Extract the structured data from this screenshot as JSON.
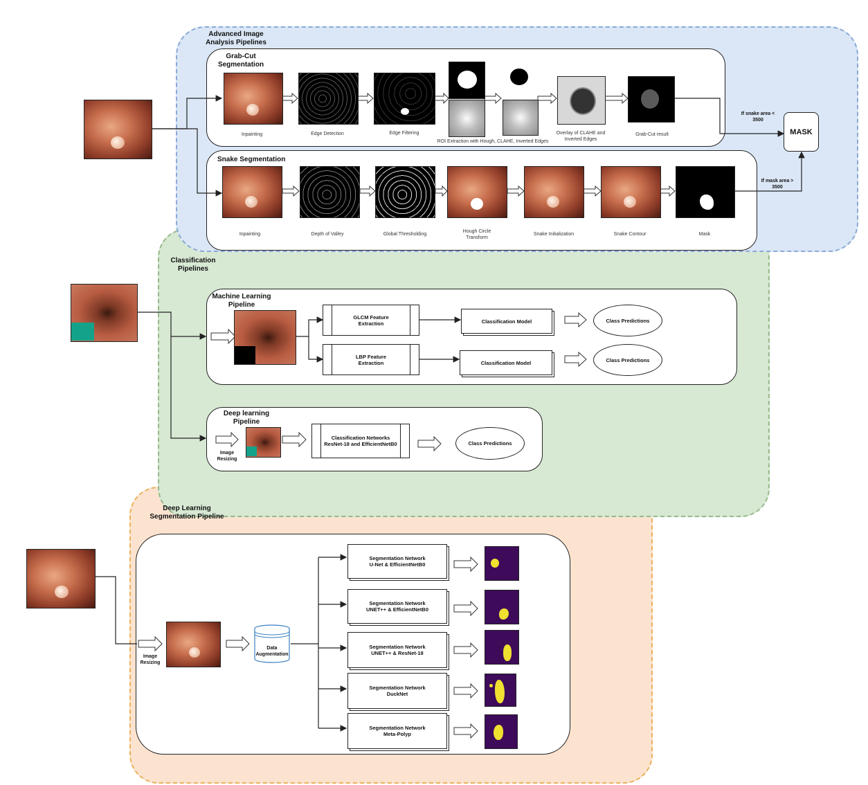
{
  "regions": {
    "advanced": "Advanced Image\nAnalysis Pipelines",
    "classification": "Classification\nPipelines",
    "deep_seg": "Deep Learning\nSegmentation Pipeline"
  },
  "grabcut": {
    "title": "Grab-Cut\nSegmentation",
    "captions": [
      "Inpainting",
      "Edge Detection",
      "Edge Filtering",
      "ROI  Extraction with Hough, CLAHE, Inverted Edges",
      "Overlay of CLAHE and\nInverted Edges",
      "Grab-Cut result"
    ]
  },
  "snake": {
    "title": "Snake Segmentation",
    "captions": [
      "Inpainting",
      "Depth of Valley",
      "Global Thresholding",
      "Hough Circle\nTransform",
      "Snake Initialization",
      "Snake Contour",
      "Mask"
    ]
  },
  "mask": {
    "label": "MASK",
    "cond_grabcut": "If snake area <\n3500",
    "cond_snake": "If mask area >\n3500"
  },
  "ml": {
    "title": "Machine Learning\nPipeline",
    "glcm": "GLCM Feature\nExtraction",
    "lbp": "LBP Feature\nExtraction",
    "model1": "Classification Model",
    "model2": "Classification Model",
    "pred1": "Class Predictions",
    "pred2": "Class Predictions"
  },
  "dl_class": {
    "title": "Deep learning\nPipeline",
    "resize": "Image\nResizing",
    "networks": "Classification Networks\nResNet-18 and EfficientNetB0",
    "pred": "Class Predictions"
  },
  "dl_seg": {
    "resize": "Image\nResizing",
    "augment": "Data\nAugmentation",
    "networks": [
      "Segmentation Network\nU-Net & EfficientNetB0",
      "Segmentation Network\nUNET++ & EfficientNetB0",
      "Segmentation Network\nUNET++ & ResNet-18",
      "Segmentation Network\nDuckNet",
      "Segmentation Network\nMeta-Polyp"
    ]
  }
}
